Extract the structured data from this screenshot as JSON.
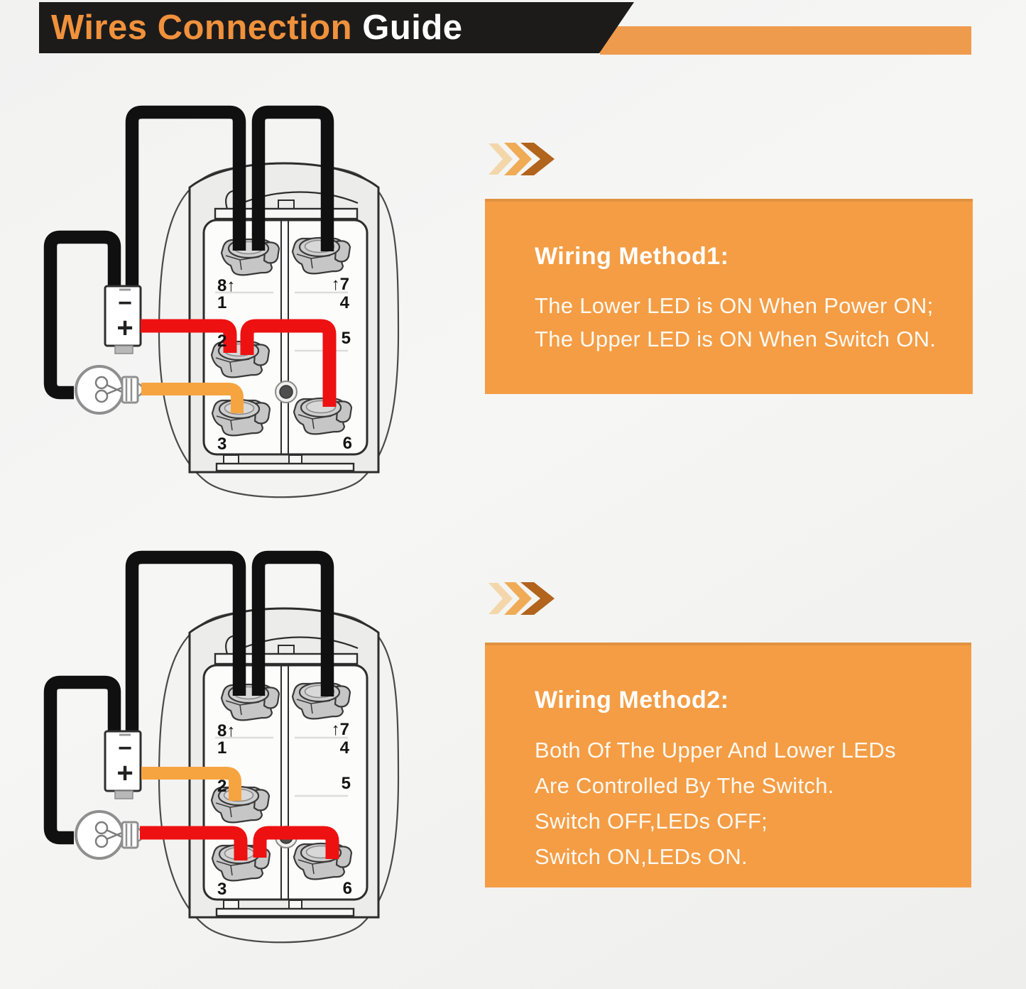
{
  "header": {
    "banner_bg": "#1d1b1a",
    "accent_bar_color": "#ef9b4e",
    "title_part1": "Wires Connection ",
    "title_part2": "Guide",
    "title_part1_color": "#f0913c",
    "title_part2_color": "#ffffff"
  },
  "colors": {
    "wire_black": "#101010",
    "wire_red": "#ee1111",
    "wire_orange": "#f6a440",
    "line_art": "#2d2d2d",
    "nut_fill": "#c6c6c6",
    "nut_cap": "#cfcfcf",
    "box_bg": "#f49d45"
  },
  "chevrons": {
    "icon": "triple-chevron-right",
    "colors": [
      "#f3d7ab",
      "#efab55",
      "#b2631c"
    ]
  },
  "switch": {
    "terminals": {
      "t8": "8↑",
      "t1": "1",
      "t7": "↑7",
      "t4": "4",
      "t2": "2",
      "t5": "5",
      "t3": "3",
      "t6": "6"
    }
  },
  "battery": {
    "minus": "−",
    "plus": "+"
  },
  "icons": {
    "battery": "battery-icon",
    "bulb": "light-bulb-icon"
  },
  "methods": [
    {
      "heading": "Wiring Method1:",
      "lines": [
        "The Lower LED is ON When Power ON;",
        "The Upper LED is ON When Switch ON."
      ]
    },
    {
      "heading": "Wiring Method2:",
      "lines": [
        "Both Of The Upper And Lower LEDs",
        "Are Controlled By The Switch.",
        "Switch OFF,LEDs OFF;",
        "Switch ON,LEDs ON."
      ]
    }
  ]
}
